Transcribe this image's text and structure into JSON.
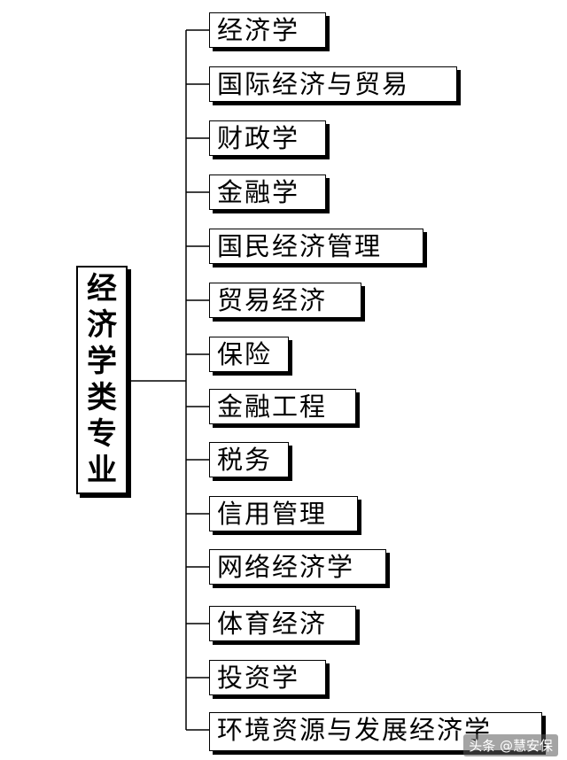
{
  "diagram": {
    "root": {
      "chars": [
        "经",
        "济",
        "学",
        "类",
        "专",
        "业"
      ]
    },
    "children": [
      "经济学",
      "国际经济与贸易",
      "财政学",
      "金融学",
      "国民经济管理",
      "贸易经济",
      "保险",
      "金融工程",
      "税务",
      "信用管理",
      "网络经济学",
      "体育经济",
      "投资学",
      "环境资源与发展经济学"
    ]
  },
  "watermark": {
    "text": "头条 @慧安保"
  },
  "colors": {
    "line": "#000000",
    "box_border": "#000000",
    "background": "#ffffff"
  }
}
